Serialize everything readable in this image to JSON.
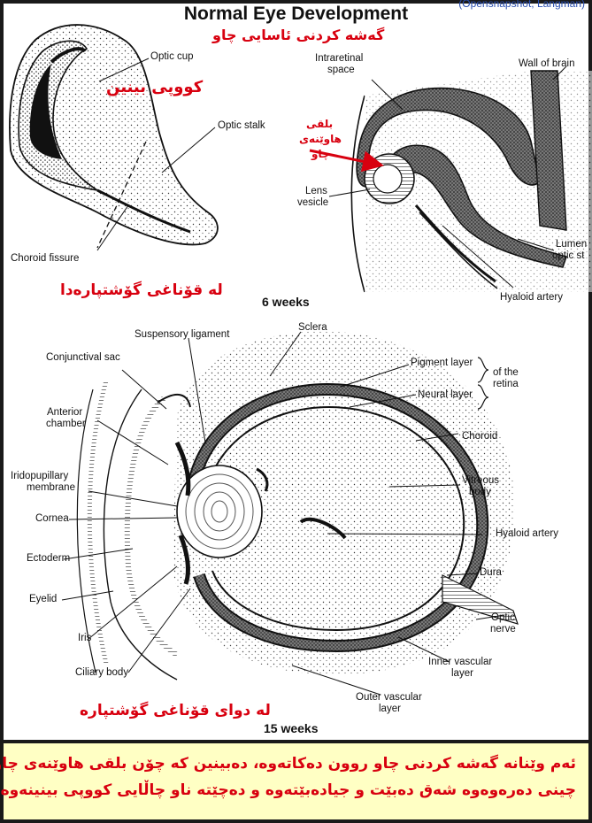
{
  "header": {
    "source_fragment": "(Opensnapshot, Langman)",
    "title": "Normal Eye Development",
    "subtitle_ku": "گەشە كردنی ئاسایی چاو"
  },
  "top_left": {
    "optic_cup": "Optic cup",
    "optic_cup_ku": "كووپی بینین",
    "optic_stalk": "Optic stalk",
    "choroid_fissure": "Choroid fissure",
    "stage_ku": "لە قۆناغی گۆشتپارەدا",
    "weeks": "6 weeks"
  },
  "top_right": {
    "intraretinal": "Intraretinal",
    "space": "space",
    "wall_of_brain": "Wall of brain",
    "lens_ku_1": "بلقی",
    "lens_ku_2": "هاوێنەی",
    "lens_ku_3": "چاو",
    "lens": "Lens",
    "vesicle": "vesicle",
    "lumen": "Lumen",
    "optic_st": "optic st",
    "hyaloid_artery": "Hyaloid artery"
  },
  "bottom": {
    "suspensory": "Suspensory ligament",
    "sclera": "Sclera",
    "conjunctival_sac": "Conjunctival sac",
    "pigment_layer": "Pigment layer",
    "neural_layer": "Neural layer",
    "of_the": "of the",
    "retina": "retina",
    "anterior": "Anterior",
    "chamber": "chamber",
    "choroid": "Choroid",
    "iridopupillary": "Iridopupillary",
    "membrane": "membrane",
    "vitreous": "Vitreous",
    "body": "body",
    "cornea": "Cornea",
    "hyaloid_artery": "Hyaloid artery",
    "ectoderm": "Ectoderm",
    "dura": "Dura",
    "eyelid": "Eyelid",
    "optic": "Optic",
    "nerve": "nerve",
    "iris": "Iris",
    "inner_vascular": "Inner vascular",
    "layer": "layer",
    "ciliary_body": "Ciliary body",
    "outer_vascular": "Outer vascular",
    "layer2": "layer",
    "stage_ku": "لە دوای قۆناغی گۆشتپارە",
    "weeks": "15 weeks"
  },
  "caption": {
    "line1": "ئەم وێنانە گەشە كردنی چاو روون دەكاتەوە، دەبینین كە چۆن بلقی هاوێنەی چاو لە",
    "line2": "چینی دەرەوەوە شەق دەبێت و جیادەبێتەوە و دەچێتە ناو چاڵایی كووپی بینینەوە"
  },
  "colors": {
    "accent_red": "#d8000f",
    "caption_bg": "#ffffc4",
    "ink": "#111111",
    "link_blue": "#2a4fb0"
  }
}
